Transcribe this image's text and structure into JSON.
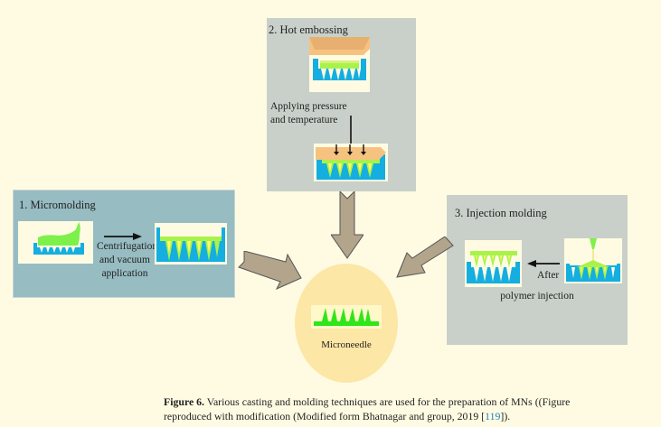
{
  "colors": {
    "background": "#fffbe3",
    "panel_gray": "#c9d0c9",
    "panel_teal": "#97bcc2",
    "mold_blue": "#14aee0",
    "polymer_green": "#7ef04a",
    "plate_orange": "#f5c37f",
    "arrow_brown": "#b3a48c",
    "circle_yellow": "#fde7a6",
    "microneedle_green": "#2fe619",
    "ref_blue": "#1f7fbf"
  },
  "panels": {
    "hot_embossing": {
      "title": "2.  Hot embossing",
      "step_label_line1": "Applying pressure",
      "step_label_line2": "and temperature"
    },
    "micromolding": {
      "title": "1. Micromolding",
      "step_label_line1": "Centrifugation",
      "step_label_line2": "and vacuum",
      "step_label_line3": "application"
    },
    "injection_molding": {
      "title": "3.  Injection molding",
      "step_label_line1": "After",
      "step_label_line2": "polymer injection"
    }
  },
  "center": {
    "label": "Microneedle"
  },
  "caption": {
    "figure_label": "Figure 6.",
    "text_line1": " Various casting and molding techniques are used for the preparation of MNs ((Figure",
    "text_line2_pre": "reproduced with modification (Modified form Bhatnagar and group, 2019 [",
    "ref": "119",
    "text_line2_post": "])."
  }
}
